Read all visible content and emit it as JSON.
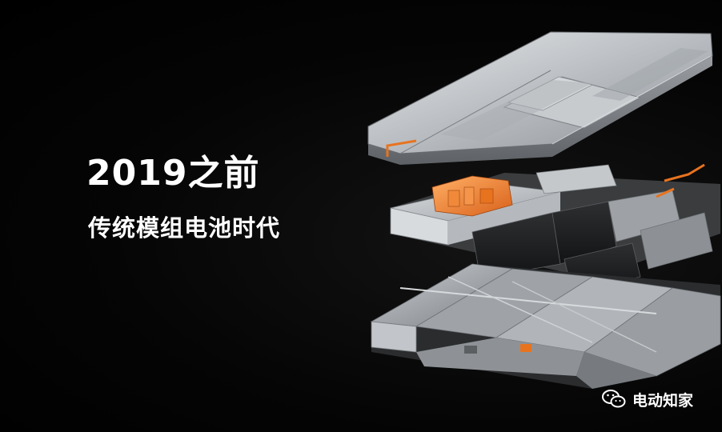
{
  "slide": {
    "title": "2019之前",
    "subtitle": "传统模组电池时代"
  },
  "image": {
    "subject": "exploded-battery-pack",
    "colors": {
      "background": "#000000",
      "metal": "#b8bcc0",
      "accent_orange": "#e8731f"
    }
  },
  "watermark": {
    "icon": "wechat-icon",
    "text": "电动知家"
  }
}
